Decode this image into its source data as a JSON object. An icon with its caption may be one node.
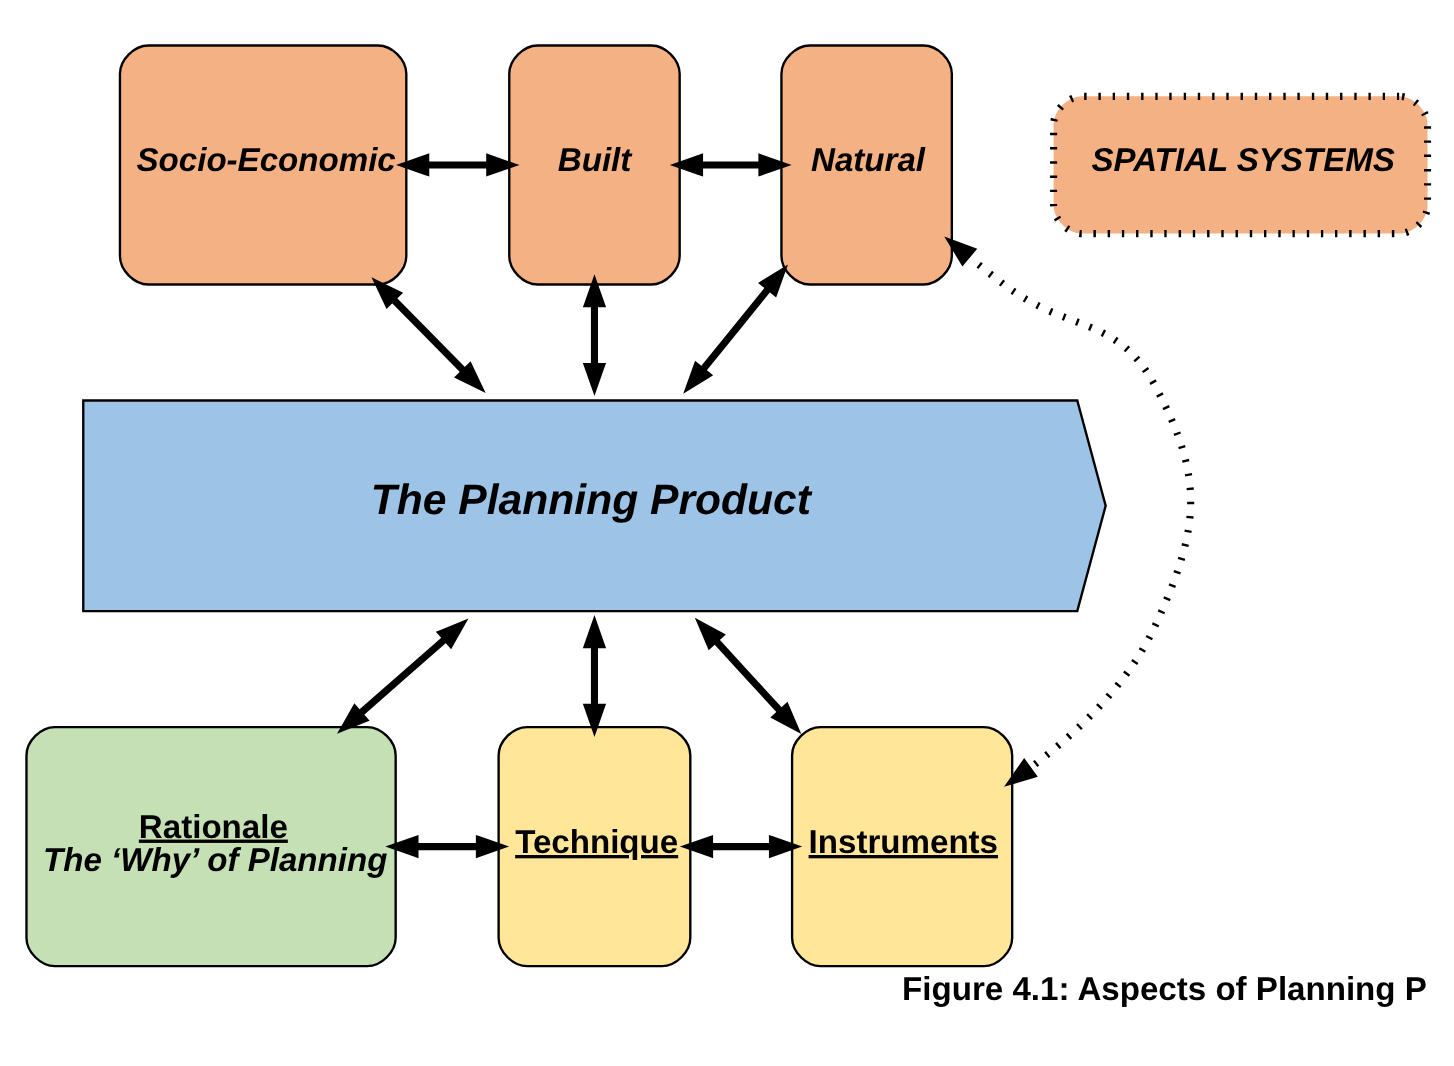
{
  "diagram": {
    "caption": "Figure 4.1: Aspects of Planning P",
    "nodes": [
      {
        "text": [
          "Socio-Economic"
        ]
      },
      {
        "text": [
          "Built"
        ]
      },
      {
        "text": [
          "Natural"
        ]
      },
      {
        "text": [
          "SPATIAL SYSTEMS"
        ]
      },
      {
        "text": [
          "The Planning Product"
        ]
      },
      {
        "text": [
          "Rationale",
          "The ‘Why’ of Planning"
        ]
      },
      {
        "text": [
          "Technique"
        ]
      },
      {
        "text": [
          "Instruments"
        ]
      }
    ],
    "edges": [
      {
        "from": 0,
        "to": 1,
        "arrow": "both"
      },
      {
        "from": 1,
        "to": 2,
        "arrow": "both"
      },
      {
        "from": 0,
        "to": 4,
        "arrow": "both"
      },
      {
        "from": 1,
        "to": 4,
        "arrow": "both"
      },
      {
        "from": 2,
        "to": 4,
        "arrow": "both"
      },
      {
        "from": 4,
        "to": 5,
        "arrow": "both"
      },
      {
        "from": 4,
        "to": 6,
        "arrow": "both"
      },
      {
        "from": 4,
        "to": 7,
        "arrow": "both"
      },
      {
        "from": 5,
        "to": 6,
        "arrow": "both"
      },
      {
        "from": 6,
        "to": 7,
        "arrow": "both"
      },
      {
        "from": 2,
        "to": 7,
        "arrow": "both",
        "style": "dashed"
      }
    ]
  }
}
